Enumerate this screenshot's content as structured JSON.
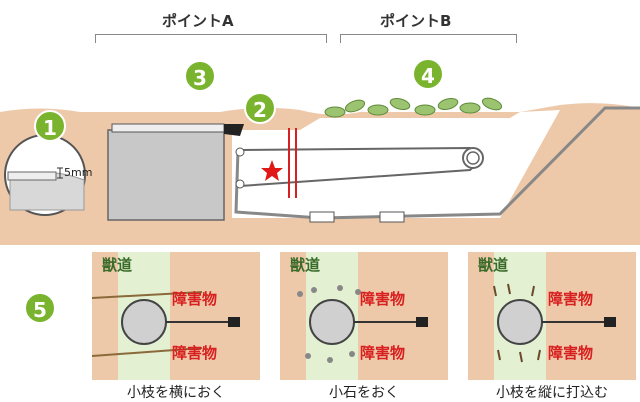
{
  "points": [
    {
      "label": "ポイントA"
    },
    {
      "label": "ポイントB"
    }
  ],
  "numbers": [
    "1",
    "2",
    "3",
    "4",
    "5"
  ],
  "measure": "5mm",
  "panels": [
    {
      "trail": "獣道",
      "obstacle_top": "障害物",
      "obstacle_bottom": "障害物",
      "caption": "小枝を横におく"
    },
    {
      "trail": "獣道",
      "obstacle_top": "障害物",
      "obstacle_bottom": "障害物",
      "caption": "小石をおく"
    },
    {
      "trail": "獣道",
      "obstacle_top": "障害物",
      "obstacle_bottom": "障害物",
      "caption": "小枝を縦に打込む"
    }
  ],
  "colors": {
    "soil": "#eec9a9",
    "badge": "#7ab42f",
    "trail_strip": "#e3f0d2",
    "obstacle_text": "#d82020"
  }
}
